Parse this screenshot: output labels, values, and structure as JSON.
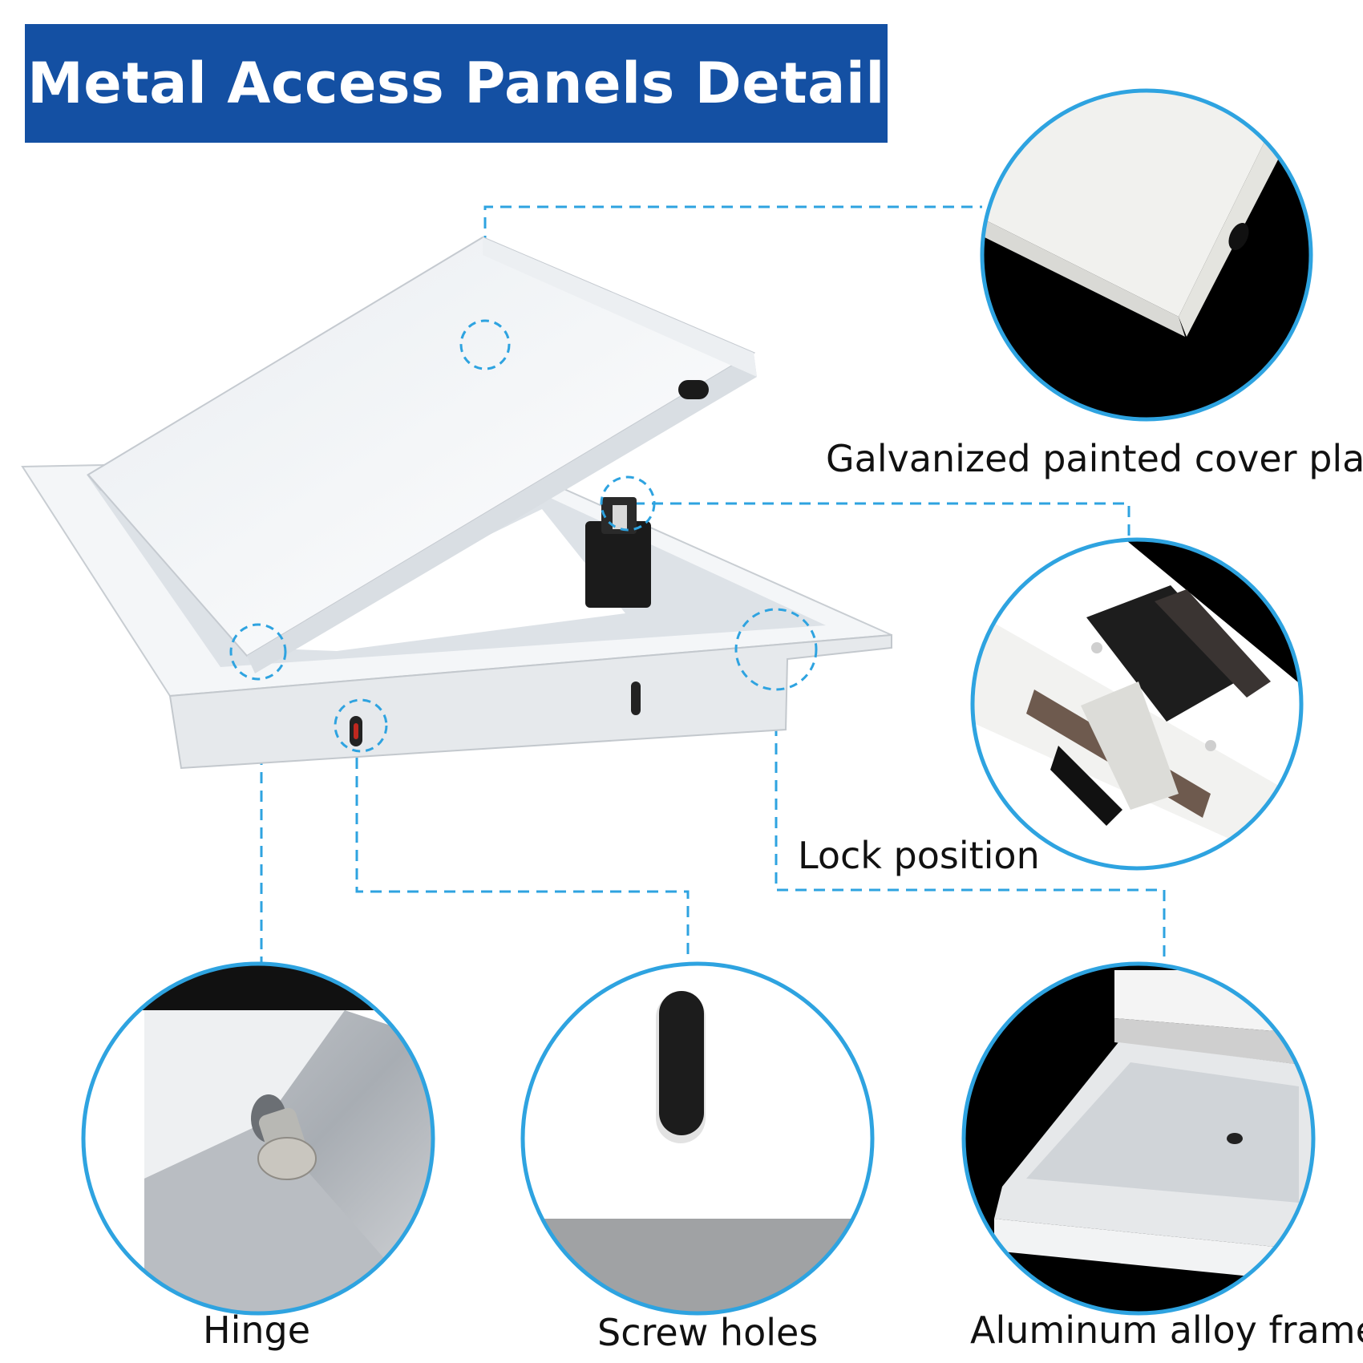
{
  "banner": {
    "title": "Metal Access Panels Detail",
    "background": "#1450a3"
  },
  "callouts": {
    "cover_plate": "Galvanized painted cover plate",
    "lock": "Lock position",
    "hinge": "Hinge",
    "screw_holes": "Screw holes",
    "frame": "Aluminum alloy frame"
  },
  "colors": {
    "accent": "#2ea3e0",
    "panel": "#f2f4f6",
    "dark": "#0a0a0a"
  }
}
